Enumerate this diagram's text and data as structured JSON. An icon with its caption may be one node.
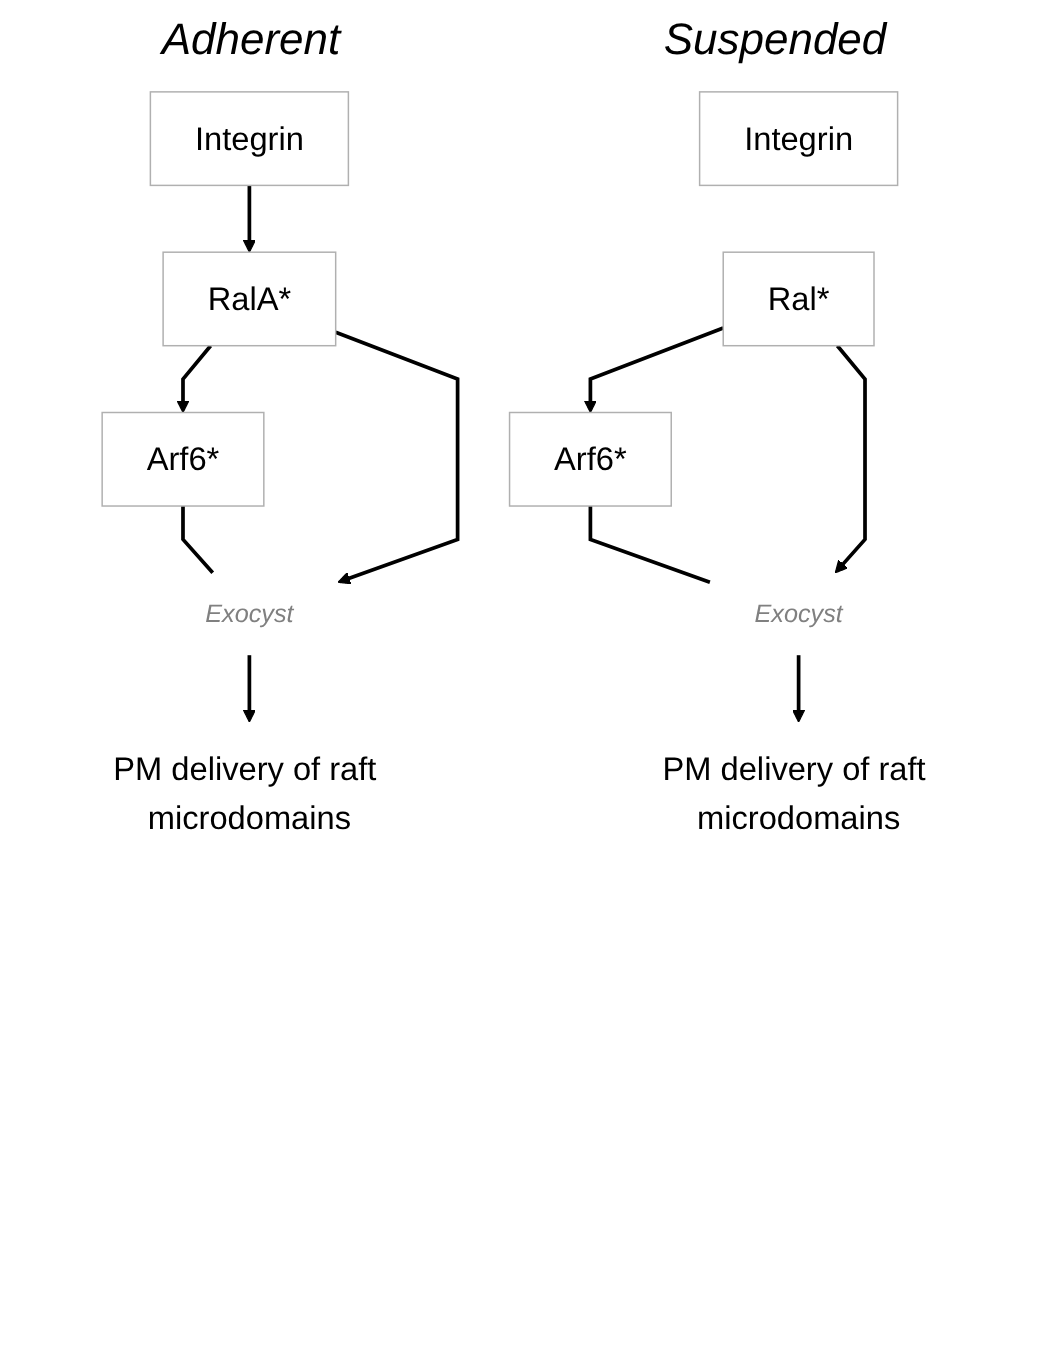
{
  "diagram": {
    "nodes": [
      {
        "text": [
          "Integrin"
        ]
      },
      {
        "text": [
          "RalA*"
        ]
      },
      {
        "text": [
          "Arf6*"
        ]
      },
      {
        "text": [
          "Exocyst"
        ]
      },
      {
        "text": [
          "PM delivery of raft microdomains"
        ]
      },
      {
        "text": [
          "Integrin"
        ]
      },
      {
        "text": [
          "Ral*"
        ]
      },
      {
        "text": [
          "Arf6*"
        ]
      },
      {
        "text": [
          "Exocyst"
        ]
      },
      {
        "text": [
          "PM delivery of raft microdomains"
        ]
      }
    ],
    "edges": [
      {
        "from": 0,
        "to": 1,
        "arrow": "to"
      },
      {
        "from": 1,
        "to": 2,
        "arrow": "to"
      },
      {
        "from": 2,
        "to": 3,
        "arrow": "none"
      },
      {
        "from": 1,
        "to": 3,
        "arrow": "to"
      },
      {
        "from": 3,
        "to": 4,
        "arrow": "to"
      },
      {
        "from": 6,
        "to": 7,
        "arrow": "to"
      },
      {
        "from": 7,
        "to": 8,
        "arrow": "none"
      },
      {
        "from": 6,
        "to": 8,
        "arrow": "to"
      },
      {
        "from": 8,
        "to": 9,
        "arrow": "to"
      }
    ],
    "labels": [
      "Adherent",
      "Suspended"
    ]
  }
}
